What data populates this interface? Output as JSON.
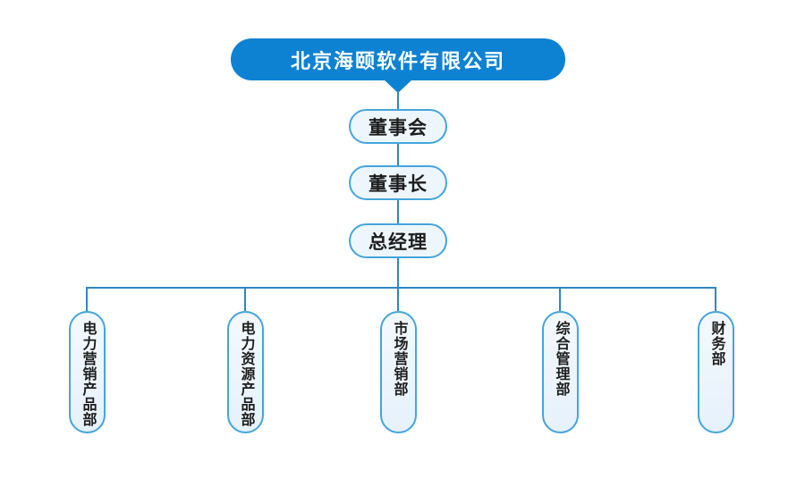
{
  "diagram": {
    "type": "org-chart",
    "root": {
      "label": "北京海颐软件有限公司"
    },
    "chain": [
      {
        "label": "董事会"
      },
      {
        "label": "董事长"
      },
      {
        "label": "总经理"
      }
    ],
    "departments": [
      {
        "label": "电力营销产品部"
      },
      {
        "label": "电力资源产品部"
      },
      {
        "label": "市场营销部"
      },
      {
        "label": "综合管理部"
      },
      {
        "label": "财务部"
      }
    ],
    "colors": {
      "root_fill": "#0d82d3",
      "root_text": "#ffffff",
      "node_fill": "#eef6fd",
      "node_border": "#44a5dc",
      "node_text": "#1d1d1d",
      "connector": "#2f87c2",
      "background": "#ffffff"
    }
  }
}
